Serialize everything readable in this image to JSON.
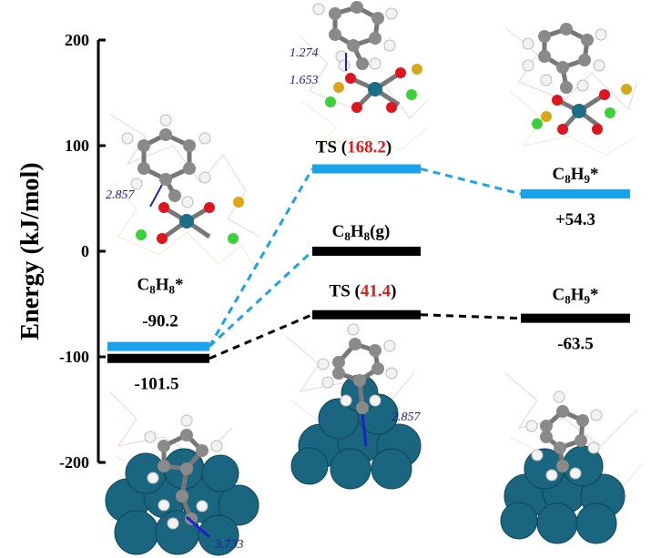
{
  "chart_data": {
    "type": "energy-profile",
    "ylabel": "Energy (kJ/mol)",
    "ylim": [
      -200,
      200
    ],
    "yticks": [
      -200,
      -100,
      0,
      100,
      200
    ],
    "colors": {
      "blue": "#1aa3ec",
      "black": "#000000",
      "ts_red": "#e51b1b"
    },
    "levels": [
      {
        "id": "c8h8-ads-blue",
        "column": 0,
        "energy": -90.2,
        "color": "blue",
        "label_parts": [
          {
            "t": "C",
            "s": false
          },
          {
            "t": "8",
            "s": true
          },
          {
            "t": "H",
            "s": false
          },
          {
            "t": "8",
            "s": true
          },
          {
            "t": "*",
            "s": false
          }
        ],
        "value_text": "-90.2"
      },
      {
        "id": "c8h8-ads-black",
        "column": 0,
        "energy": -101.5,
        "color": "black",
        "value_text": "-101.5"
      },
      {
        "id": "ts-blue",
        "column": 1,
        "energy": 78,
        "color": "blue",
        "ts_prefix": "TS (",
        "ts_value": "168.2",
        "ts_suffix": ")"
      },
      {
        "id": "c8h8-gas",
        "column": 1,
        "energy": 0,
        "color": "black",
        "label_parts": [
          {
            "t": "C",
            "s": false
          },
          {
            "t": "8",
            "s": true
          },
          {
            "t": "H",
            "s": false
          },
          {
            "t": "8",
            "s": true
          },
          {
            "t": "(g)",
            "s": false
          }
        ]
      },
      {
        "id": "ts-black",
        "column": 1,
        "energy": -60.1,
        "color": "black",
        "ts_prefix": "TS (",
        "ts_value": "41.4",
        "ts_suffix": ")"
      },
      {
        "id": "c8h9-blue",
        "column": 2,
        "energy": 54.3,
        "color": "blue",
        "label_parts": [
          {
            "t": "C",
            "s": false
          },
          {
            "t": "8",
            "s": true
          },
          {
            "t": "H",
            "s": false
          },
          {
            "t": "9",
            "s": true
          },
          {
            "t": "*",
            "s": false
          }
        ],
        "value_text": "+54.3"
      },
      {
        "id": "c8h9-black",
        "column": 2,
        "energy": -63.5,
        "color": "black",
        "label_parts": [
          {
            "t": "C",
            "s": false
          },
          {
            "t": "8",
            "s": true
          },
          {
            "t": "H",
            "s": false
          },
          {
            "t": "9",
            "s": true
          },
          {
            "t": "*",
            "s": false
          }
        ],
        "value_text": "-63.5"
      }
    ],
    "connectors": [
      {
        "from": "c8h8-ads-blue",
        "to": "ts-blue",
        "color": "blue"
      },
      {
        "from": "c8h8-ads-blue",
        "to": "c8h8-gas",
        "color": "blue"
      },
      {
        "from": "ts-blue",
        "to": "c8h9-blue",
        "color": "blue"
      },
      {
        "from": "c8h8-ads-black",
        "to": "ts-black",
        "color": "black"
      },
      {
        "from": "ts-black",
        "to": "c8h9-black",
        "color": "black"
      }
    ],
    "distances": [
      "2.857",
      "1.274",
      "1.653",
      "2.857",
      "3.733"
    ]
  }
}
